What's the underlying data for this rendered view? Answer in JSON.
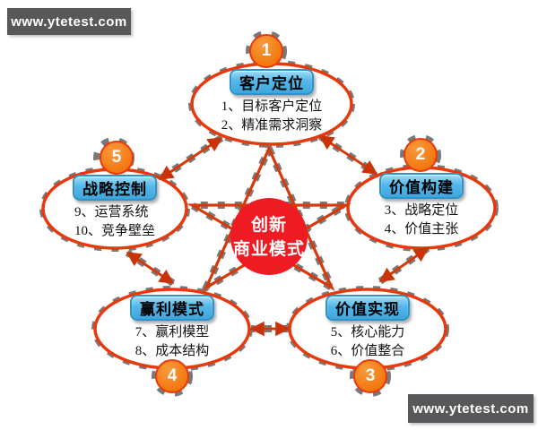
{
  "watermarks": {
    "top_left": "www.ytetest.com",
    "bottom_right": "www.ytetest.com"
  },
  "center": {
    "title_line1": "创新",
    "title_line2": "商业模式"
  },
  "nodes": [
    {
      "number": "1",
      "title": "客户定位",
      "items": [
        "1、目标客户定位",
        "2、精准需求洞察"
      ]
    },
    {
      "number": "2",
      "title": "价值构建",
      "items": [
        "3、战略定位",
        "4、价值主张"
      ]
    },
    {
      "number": "3",
      "title": "价值实现",
      "items": [
        "5、核心能力",
        "6、价值整合"
      ]
    },
    {
      "number": "4",
      "title": "赢利模式",
      "items": [
        "7、赢利模型",
        "8、成本结构"
      ]
    },
    {
      "number": "5",
      "title": "战略控制",
      "items": [
        "9、运营系统",
        "10、竞争壁垒"
      ]
    }
  ],
  "colors": {
    "ellipse_border": "#e8380d",
    "connector_red": "#d63a0c",
    "badge_orange": "#f3770f",
    "center_circle_red": "#ee1b22",
    "header_blue": "#4aaede",
    "watermark_gray": "#58585a",
    "artifact_gray": "#3b3b3b"
  }
}
